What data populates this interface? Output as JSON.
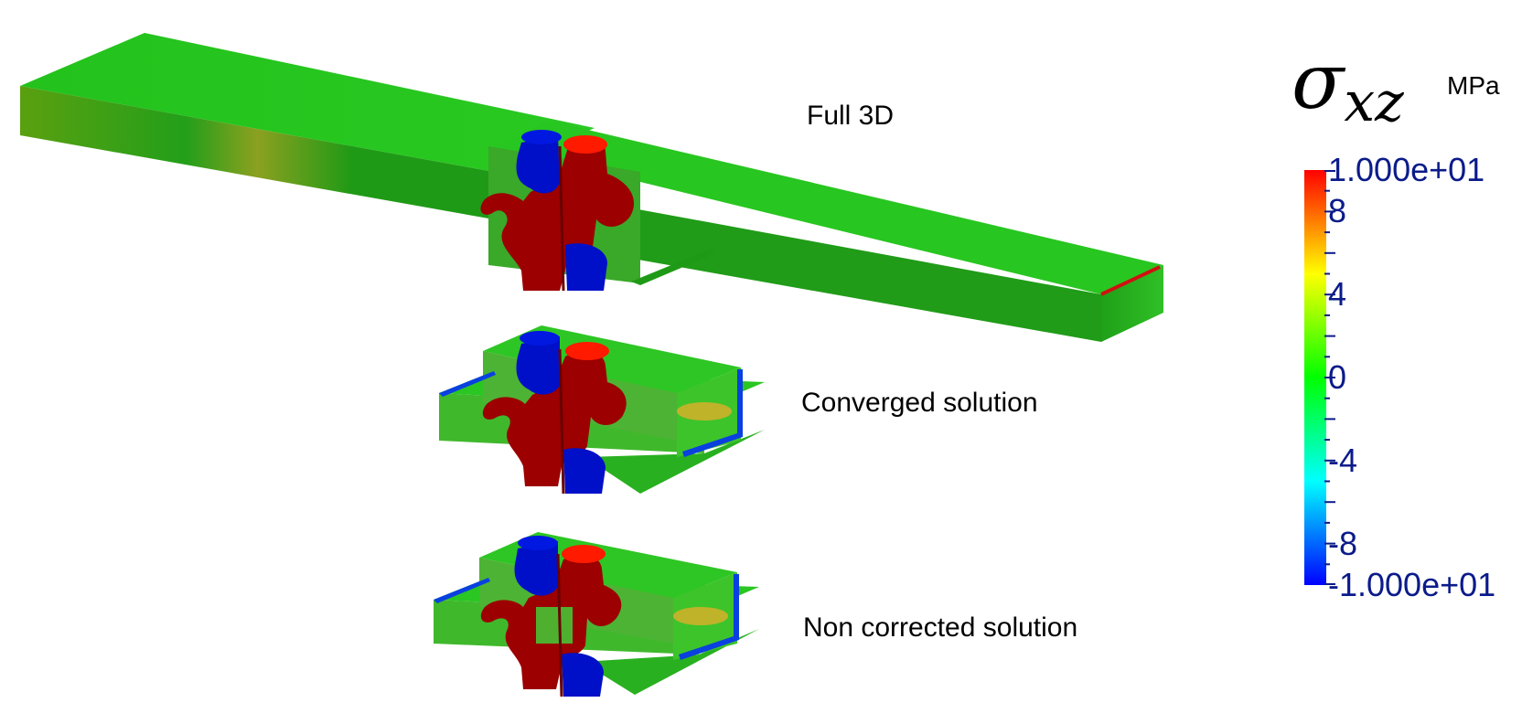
{
  "labels": {
    "full": "Full 3D",
    "converged": "Converged solution",
    "non_corrected": "Non corrected solution"
  },
  "legend": {
    "symbol": "σ",
    "subscript": "xz",
    "unit": "MPa",
    "range": [
      -10,
      10
    ],
    "ticks": [
      {
        "value": 10,
        "text": "1.000e+01"
      },
      {
        "value": 8,
        "text": "8"
      },
      {
        "value": 4,
        "text": "4"
      },
      {
        "value": 0,
        "text": "0"
      },
      {
        "value": -4,
        "text": "-4"
      },
      {
        "value": -8,
        "text": "-8"
      },
      {
        "value": -10,
        "text": "-1.000e+01"
      }
    ],
    "colormap": [
      "#0000ff",
      "#00ffff",
      "#00ff00",
      "#ffff00",
      "#ff0000"
    ]
  },
  "colors": {
    "field": "#22c01e",
    "field_dark": "#1a9a14",
    "compression": "#0010c8",
    "tension": "#a00000",
    "tension_bright": "#ff1a00"
  }
}
